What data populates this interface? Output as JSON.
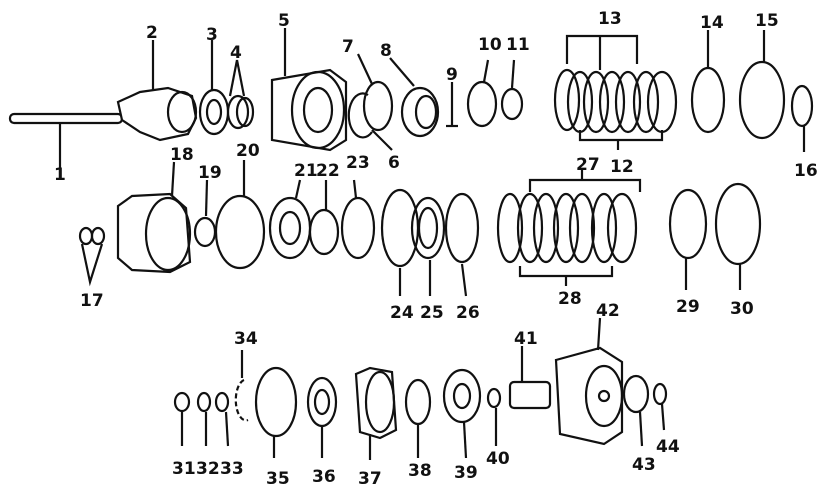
{
  "diagram": {
    "labels": [
      "1",
      "2",
      "3",
      "4",
      "5",
      "6",
      "7",
      "8",
      "9",
      "10",
      "11",
      "12",
      "13",
      "14",
      "15",
      "16",
      "17",
      "18",
      "19",
      "20",
      "21",
      "22",
      "23",
      "24",
      "25",
      "26",
      "27",
      "28",
      "29",
      "30",
      "31",
      "32",
      "33",
      "34",
      "35",
      "36",
      "37",
      "38",
      "39",
      "40",
      "41",
      "42",
      "43",
      "44"
    ]
  }
}
